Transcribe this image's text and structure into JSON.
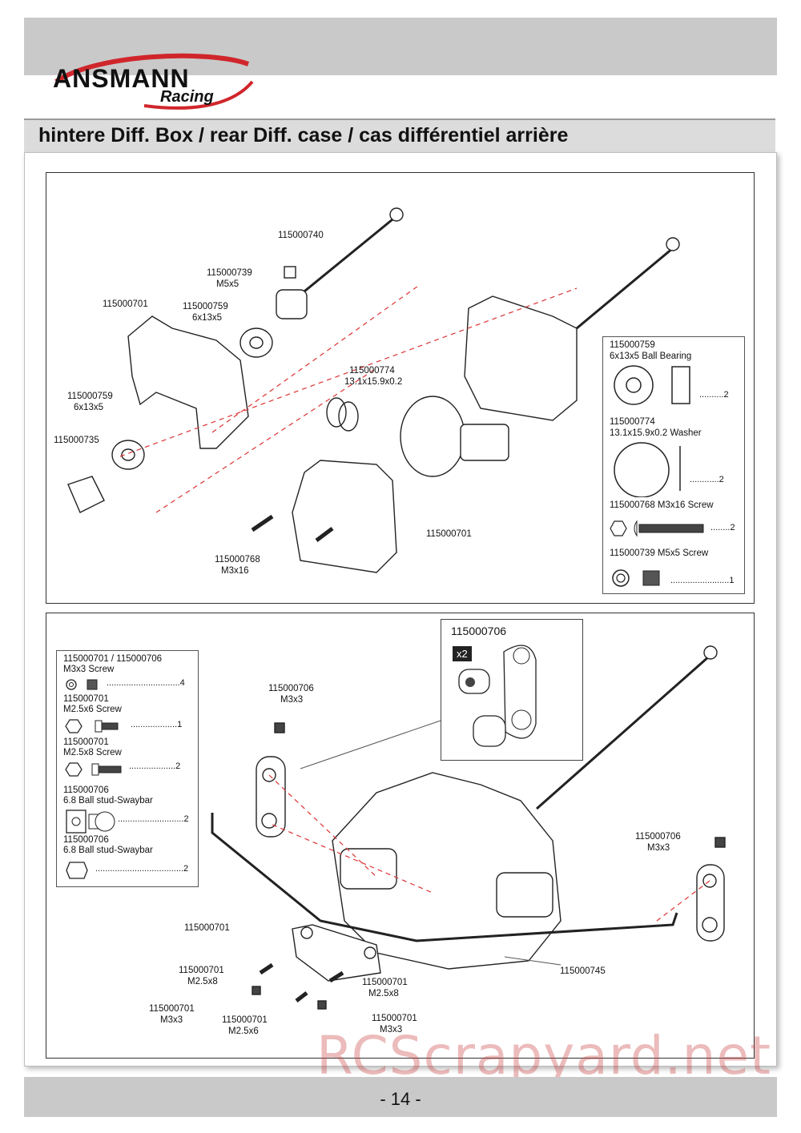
{
  "header": {
    "logo_brand": "ANSMANN",
    "logo_sub": "Racing",
    "section_title": "hintere Diff. Box / rear Diff. case / cas différentiel arrière"
  },
  "panel1": {
    "labels": {
      "p740": "115000740",
      "p739": "115000739",
      "p739_size": "M5x5",
      "p701_left": "115000701",
      "p759_top": "115000759",
      "p759_top_size": "6x13x5",
      "p759_low": "115000759",
      "p759_low_size": "6x13x5",
      "p735": "115000735",
      "p774": "115000774",
      "p774_size": "13.1x15.9x0.2",
      "p701_right": "115000701",
      "p768": "115000768",
      "p768_size": "M3x16"
    },
    "legend": [
      {
        "part": "115000759",
        "desc": "6x13x5 Ball Bearing",
        "qty": "..........2"
      },
      {
        "part": "115000774",
        "desc": "13.1x15.9x0.2 Washer",
        "qty": "............2"
      },
      {
        "part": "115000768  M3x16 Screw",
        "desc": "",
        "qty": "........2"
      },
      {
        "part": "115000739  M5x5 Screw",
        "desc": "",
        "qty": "........................1"
      }
    ]
  },
  "panel2": {
    "inset_title": "115000706",
    "inset_mult": "x2",
    "labels": {
      "p706_top": "115000706",
      "p706_top_size": "M3x3",
      "p706_right": "115000706",
      "p706_right_size": "M3x3",
      "p701_mid": "115000701",
      "p701_a": "115000701",
      "p701_a_size": "M2.5x8",
      "p701_b": "115000701",
      "p701_b_size": "M3x3",
      "p701_c": "115000701",
      "p701_c_size": "M2.5x6",
      "p701_d": "115000701",
      "p701_d_size": "M2.5x8",
      "p701_e": "115000701",
      "p701_e_size": "M3x3",
      "p745": "115000745"
    },
    "legend": [
      {
        "part": "115000701 / 115000706",
        "desc": "M3x3 Screw",
        "qty": "..............................4"
      },
      {
        "part": "115000701",
        "desc": "M2.5x6 Screw",
        "qty": "...................1"
      },
      {
        "part": "115000701",
        "desc": "M2.5x8 Screw",
        "qty": "...................2"
      },
      {
        "part": "115000706",
        "desc": "6.8 Ball stud-Swaybar",
        "qty": "...........................2"
      },
      {
        "part": "115000706",
        "desc": "6.8 Ball stud-Swaybar",
        "qty": "....................................2"
      }
    ]
  },
  "footer": {
    "page_number": "- 14 -",
    "watermark": "RCScrapyard.net"
  }
}
